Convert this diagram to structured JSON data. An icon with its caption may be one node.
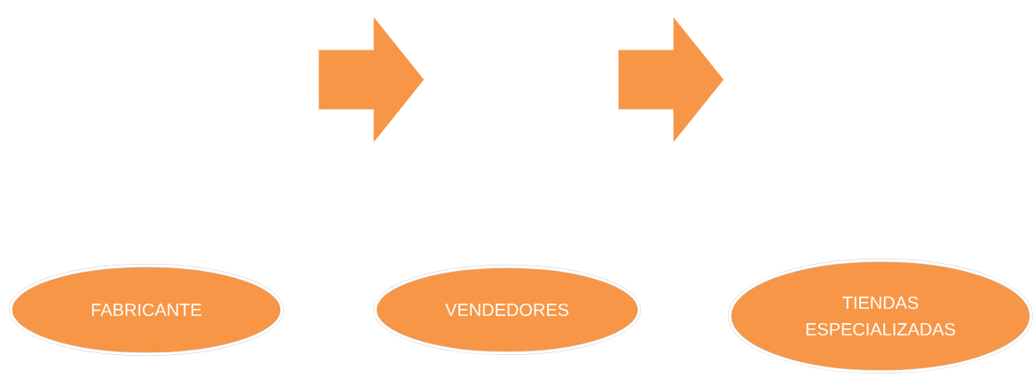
{
  "diagram": {
    "nodes": [
      {
        "text": [
          "FABRICANTE"
        ]
      },
      {
        "text": [
          "VENDEDORES"
        ]
      },
      {
        "text": [
          "TIENDAS ESPECIALIZADAS"
        ]
      },
      {
        "text": [],
        "shape": "arrow"
      },
      {
        "text": [],
        "shape": "arrow"
      }
    ]
  }
}
